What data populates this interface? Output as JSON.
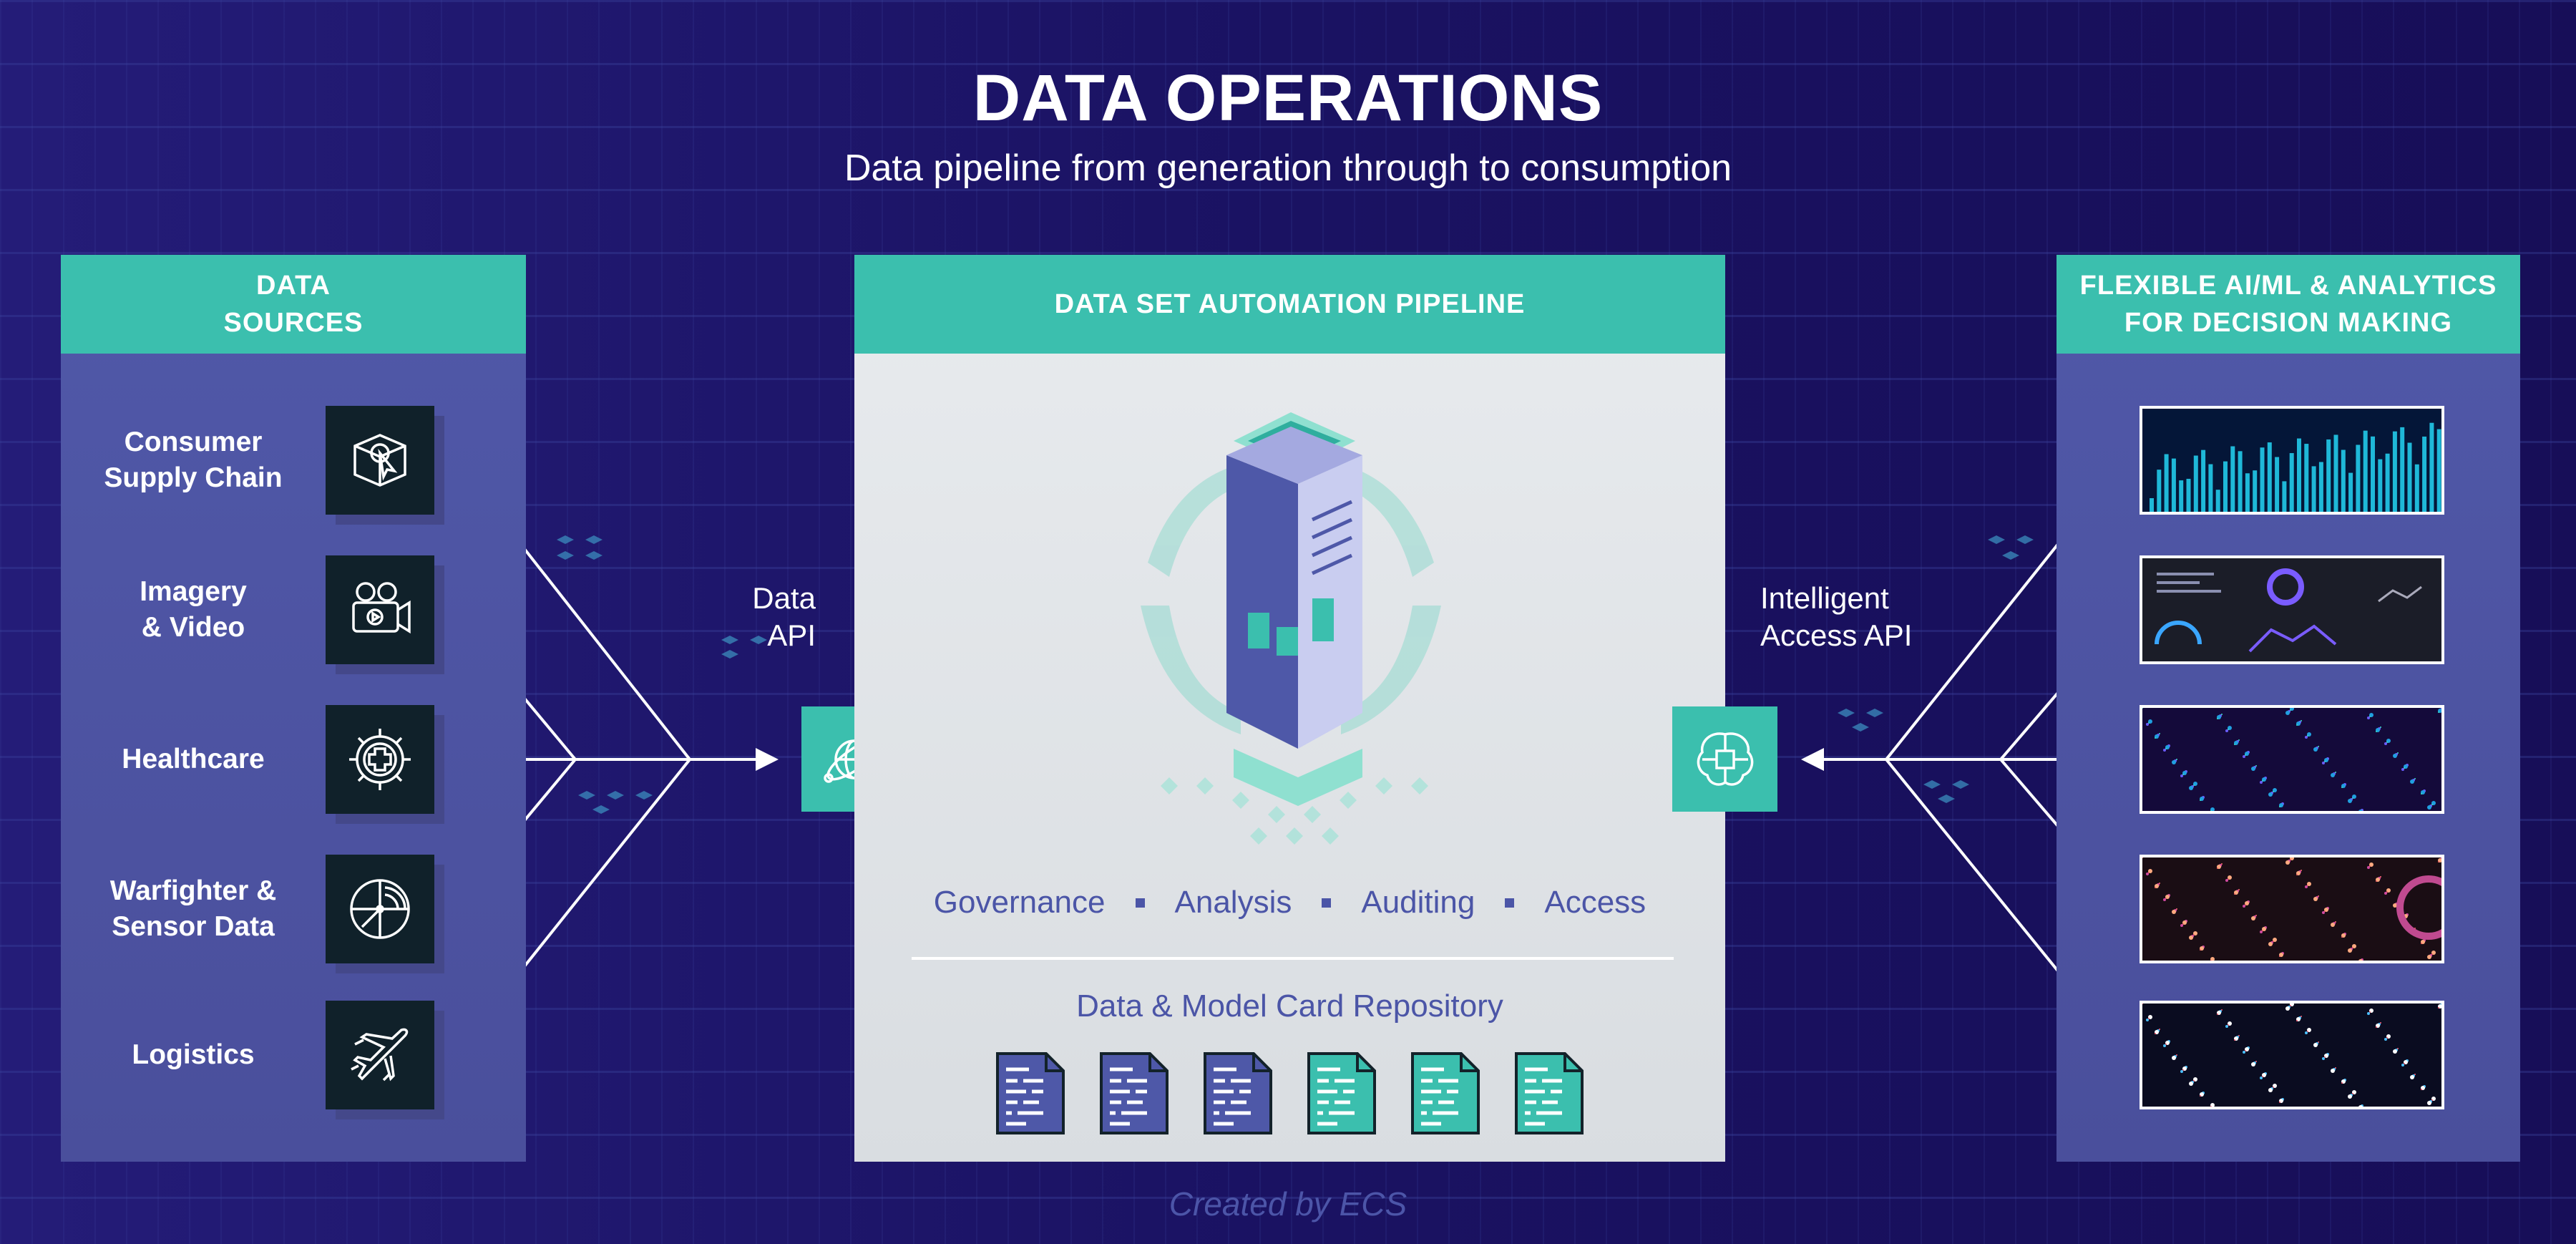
{
  "header": {
    "title": "DATA OPERATIONS",
    "subtitle": "Data pipeline from generation through to consumption"
  },
  "left_panel": {
    "title_line1": "DATA",
    "title_line2": "SOURCES",
    "items": [
      {
        "line1": "Consumer",
        "line2": "Supply Chain",
        "icon": "box-cursor-icon"
      },
      {
        "line1": "Imagery",
        "line2": "& Video",
        "icon": "video-camera-icon"
      },
      {
        "line1": "Healthcare",
        "line2": "",
        "icon": "gear-medical-cross-icon"
      },
      {
        "line1": "Warfighter &",
        "line2": "Sensor Data",
        "icon": "radar-icon"
      },
      {
        "line1": "Logistics",
        "line2": "",
        "icon": "airplane-icon"
      }
    ]
  },
  "data_api": {
    "line1": "Data",
    "line2": "API",
    "icon": "globe-network-icon"
  },
  "center_panel": {
    "title": "DATA SET AUTOMATION PIPELINE",
    "illustration": "server-tower-icon",
    "functions": [
      "Governance",
      "Analysis",
      "Auditing",
      "Access"
    ],
    "repository_label": "Data & Model Card Repository",
    "documents": [
      {
        "color": "#4e58a8"
      },
      {
        "color": "#4e58a8"
      },
      {
        "color": "#4e58a8"
      },
      {
        "color": "#3bbfae"
      },
      {
        "color": "#3bbfae"
      },
      {
        "color": "#3bbfae"
      }
    ]
  },
  "access_api": {
    "line1": "Intelligent",
    "line2": "Access API",
    "icon": "brain-chip-icon"
  },
  "right_panel": {
    "title_line1": "FLEXIBLE AI/ML & ANALYTICS",
    "title_line2": "FOR DECISION MAKING",
    "thumbnails": [
      "bar-chart-visual",
      "dashboard-visual",
      "network-map-visual",
      "light-burst-visual",
      "particle-stream-visual"
    ]
  },
  "footer": {
    "credit": "Created by ECS"
  },
  "colors": {
    "background": "#1c1466",
    "teal": "#3bbfae",
    "panel": "#4e56a6",
    "text_accent": "#4b55a7"
  }
}
